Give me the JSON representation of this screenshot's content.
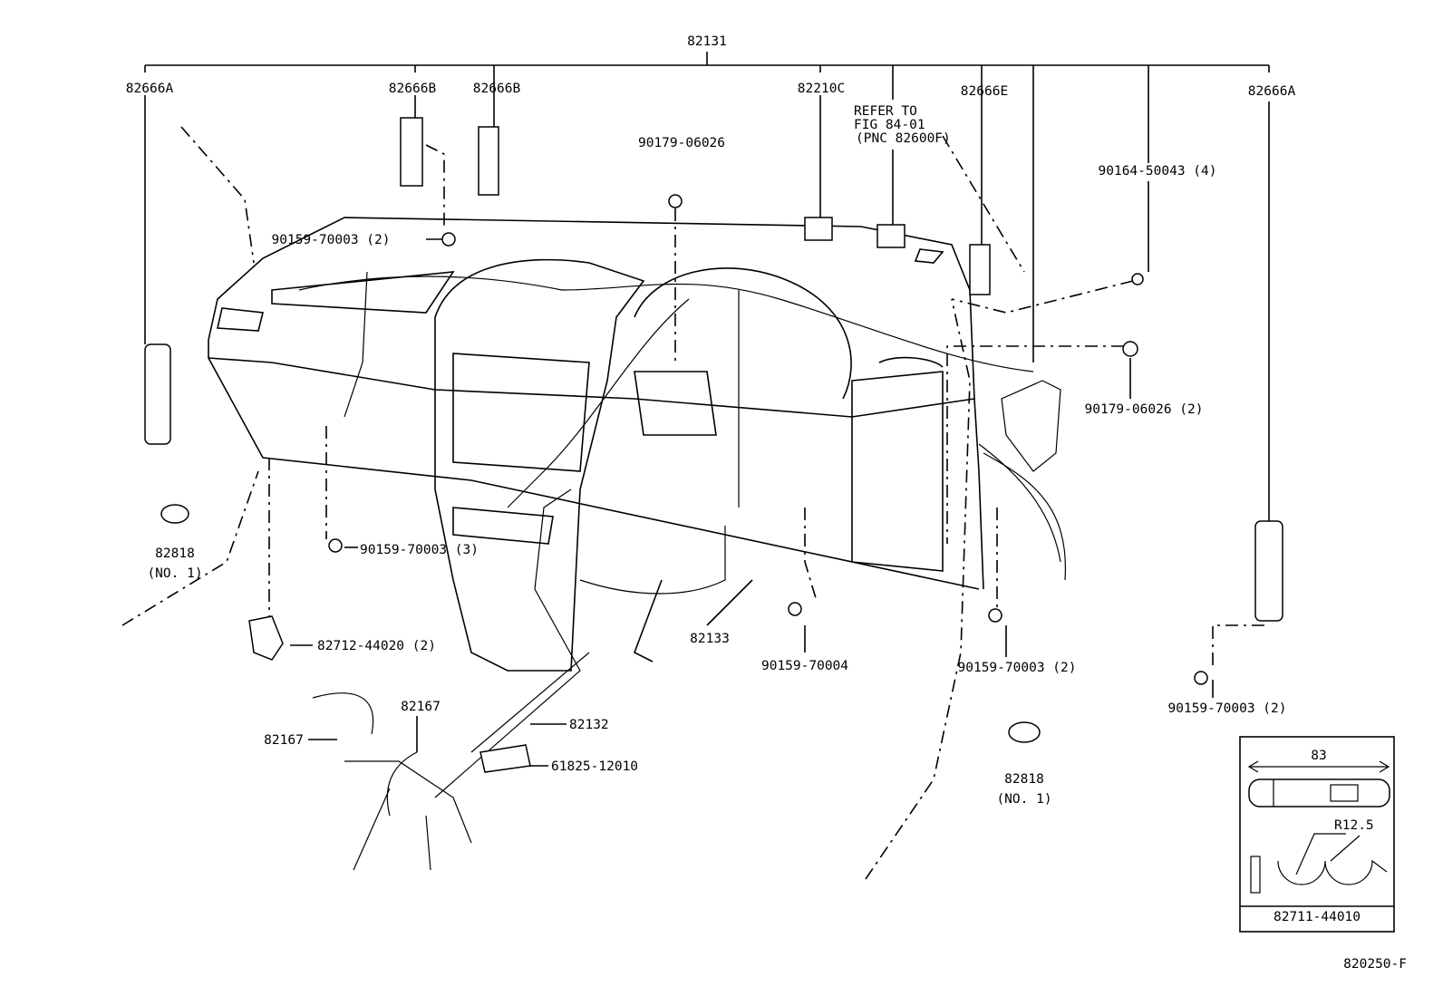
{
  "diagram": {
    "code": "820250-F",
    "labels": {
      "main_harness": "82131",
      "clamp_a_left": "82666A",
      "clamp_b1": "82666B",
      "clamp_b2": "82666B",
      "relay": "82210C",
      "refer_line1": "REFER TO",
      "refer_line2": "FIG 84-01",
      "refer_line3": "(PNC 82600F)",
      "clamp_e": "82666E",
      "clamp_a_right": "82666A",
      "nut_top": "90179-06026",
      "bolt_top_right": "90164-50043 (4)",
      "bolt_top_left": "90159-70003 (2)",
      "nut_right": "90179-06026 (2)",
      "grommet_left": "82818",
      "grommet_left_no": "(NO. 1)",
      "bolt_mid_left": "90159-70003 (3)",
      "clip_left": "82712-44020 (2)",
      "sub_harness": "82133",
      "bolt_center": "90159-70004",
      "bolt_mid_right": "90159-70003 (2)",
      "bolt_far_right": "90159-70003 (2)",
      "harness_floor": "82167",
      "harness_floor_b": "82167",
      "harness_82132": "82132",
      "label_plate": "61825-12010",
      "grommet_right": "82818",
      "grommet_right_no": "(NO. 1)"
    },
    "inset": {
      "dimension": "83",
      "radius": "R12.5",
      "part_number": "82711-44010"
    }
  }
}
